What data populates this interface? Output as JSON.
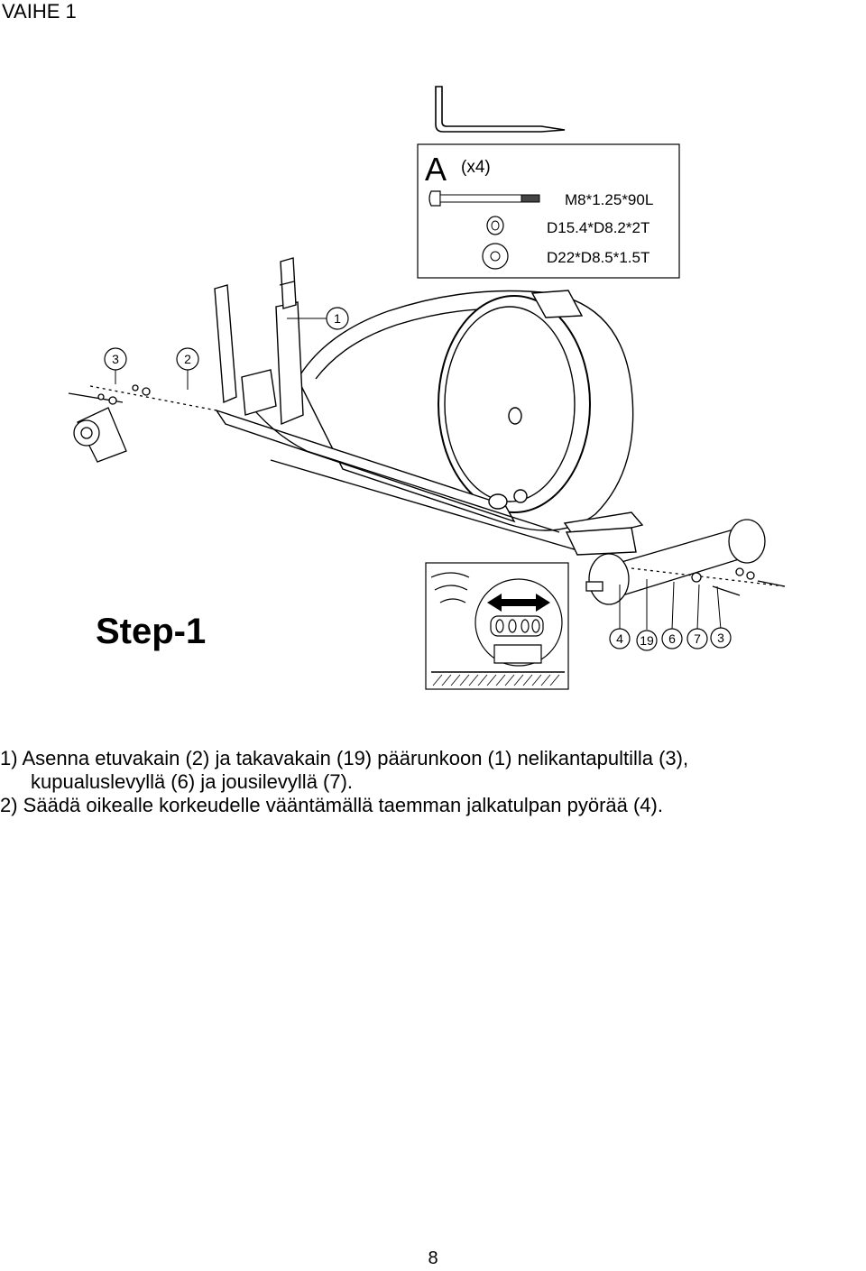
{
  "header": {
    "title": "VAIHE 1"
  },
  "figure": {
    "step_label": "Step-1",
    "hardware": {
      "letter": "A",
      "quantity": "(x4)",
      "items": [
        {
          "icon": "bolt-icon",
          "spec": "M8*1.25*90L"
        },
        {
          "icon": "curved-washer-icon",
          "spec": "D15.4*D8.2*2T"
        },
        {
          "icon": "flat-washer-icon",
          "spec": "D22*D8.5*1.5T"
        }
      ]
    },
    "callouts": {
      "main_frame": "1",
      "front_stabilizer": "2",
      "front_bolt": "3",
      "wheel": "4",
      "rear_stabilizer": "19",
      "curved_washer": "6",
      "spring_washer": "7",
      "rear_bolt": "3"
    }
  },
  "instructions": {
    "line1": "1) Asenna etuvakain (2) ja takavakain (19) päärunkoon (1) nelikantapultilla (3),",
    "line2": "kupualuslevyllä (6) ja jousilevyllä (7).",
    "line3": "2) Säädä oikealle korkeudelle vääntämällä taemman jalkatulpan pyörää (4)."
  },
  "footer": {
    "page_number": "8"
  }
}
